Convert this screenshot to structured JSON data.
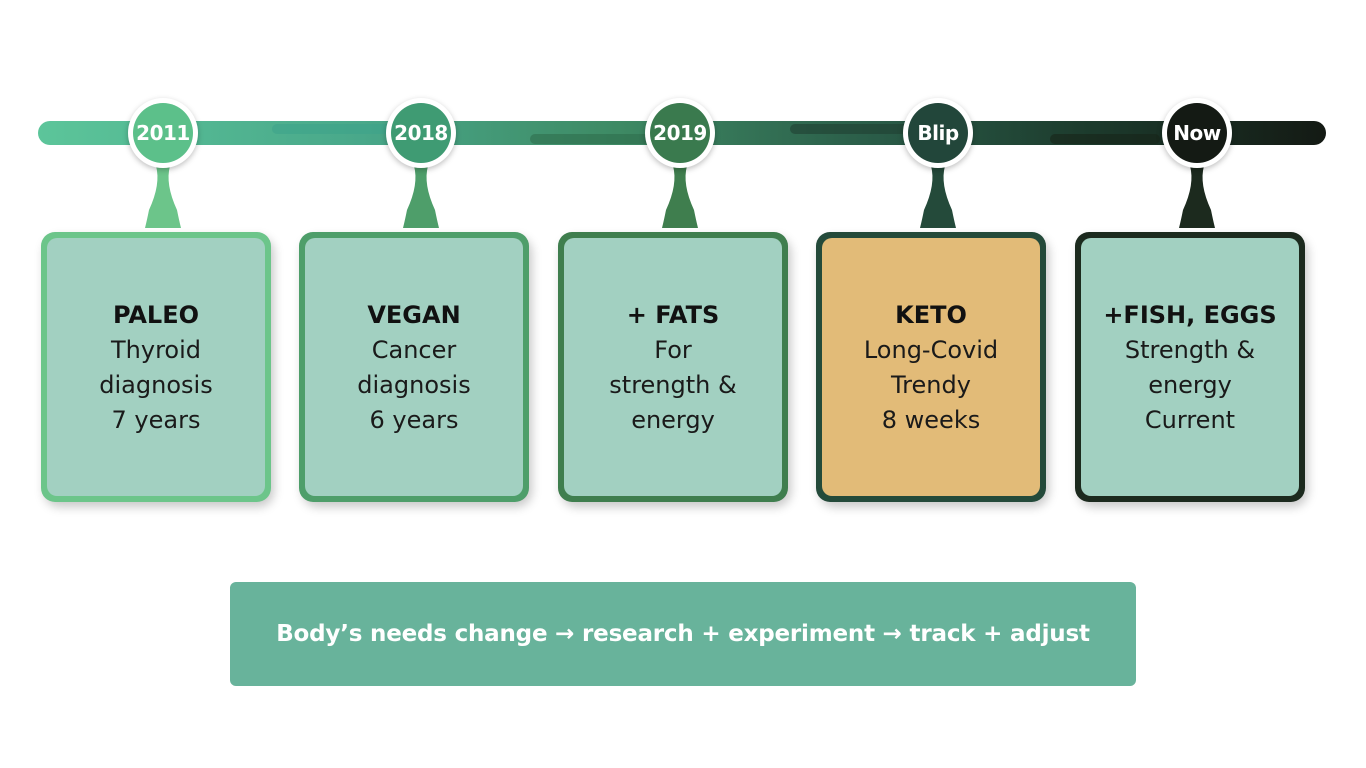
{
  "milestones": [
    {
      "year": "2011",
      "title": "PALEO",
      "lines": [
        "Thyroid",
        "diagnosis",
        "7 years"
      ],
      "node_color": "#5cc08a",
      "border_color": "#6cc58a",
      "card_color": "#a2d0c1"
    },
    {
      "year": "2018",
      "title": "VEGAN",
      "lines": [
        "Cancer",
        "diagnosis",
        "6 years"
      ],
      "node_color": "#3f9b73",
      "border_color": "#4e9e6a",
      "card_color": "#a2d0c1"
    },
    {
      "year": "2019",
      "title": "+ FATS",
      "lines": [
        "For",
        "strength &",
        "energy"
      ],
      "node_color": "#3a7a4e",
      "border_color": "#3f7e4e",
      "card_color": "#a2d0c1"
    },
    {
      "year": "Blip",
      "title": "KETO",
      "lines": [
        "Long-Covid",
        "Trendy",
        "8 weeks"
      ],
      "node_color": "#22463a",
      "border_color": "#244a3a",
      "card_color": "#e2bb78"
    },
    {
      "year": "Now",
      "title": "+FISH, EGGS",
      "lines": [
        "Strength &",
        "energy",
        "Current"
      ],
      "node_color": "#141a14",
      "border_color": "#1c2a1e",
      "card_color": "#a2d0c1"
    }
  ],
  "banner": {
    "text": "Body’s needs change → research + experiment → track + adjust"
  },
  "colors": {
    "track_start": "#5cc59a",
    "track_end": "#141a14",
    "banner_bg": "#68b39b"
  }
}
